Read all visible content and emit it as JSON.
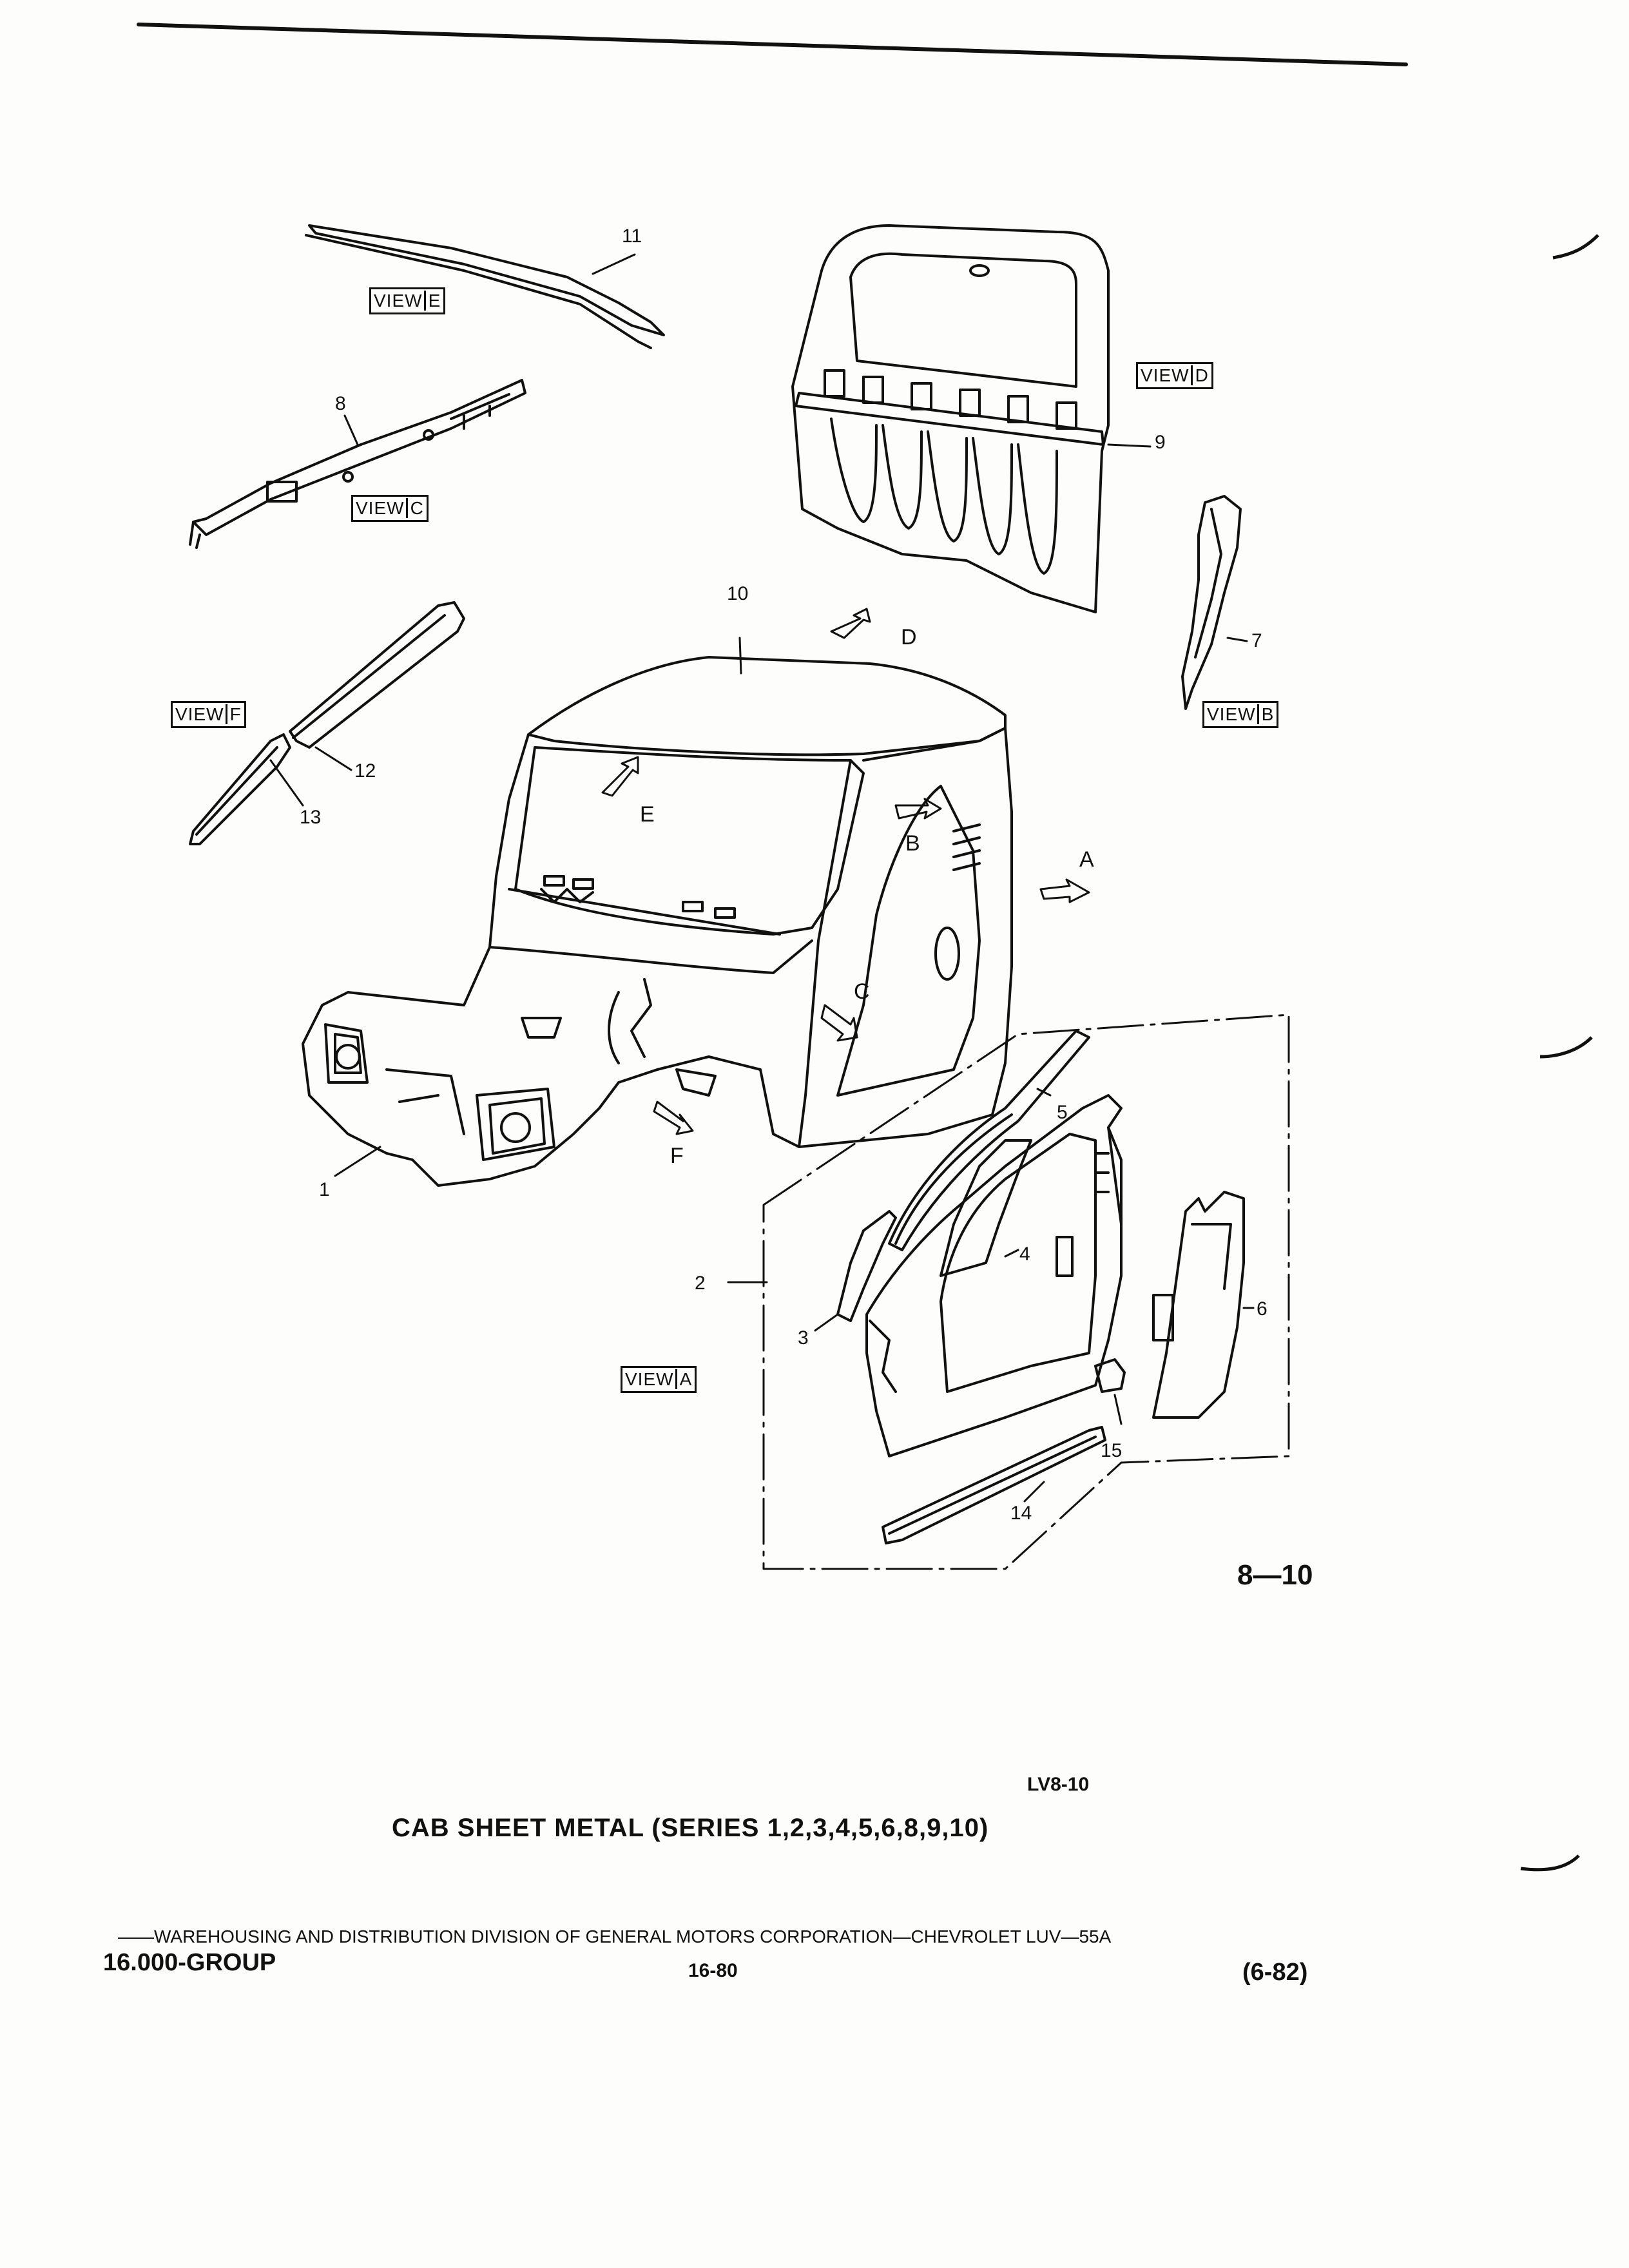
{
  "callouts": [
    "1",
    "2",
    "3",
    "4",
    "5",
    "6",
    "7",
    "8",
    "9",
    "10",
    "11",
    "12",
    "13",
    "14",
    "15"
  ],
  "views": {
    "word": "VIEW",
    "a": "A",
    "b": "B",
    "c": "C",
    "d": "D",
    "e": "E",
    "f": "F"
  },
  "arrow_labels": {
    "a": "A",
    "b": "B",
    "c": "C",
    "d": "D",
    "e": "E",
    "f": "F"
  },
  "figure_number": "8—10",
  "illustration_code": "LV8-10",
  "caption": "CAB SHEET METAL (SERIES 1,2,3,4,5,6,8,9,10)",
  "footer": {
    "division_line": "——WAREHOUSING AND DISTRIBUTION  DIVISION OF GENERAL MOTORS CORPORATION—CHEVROLET LUV—55A",
    "group": "16.000-GROUP",
    "page": "16-80",
    "date": "(6-82)"
  }
}
